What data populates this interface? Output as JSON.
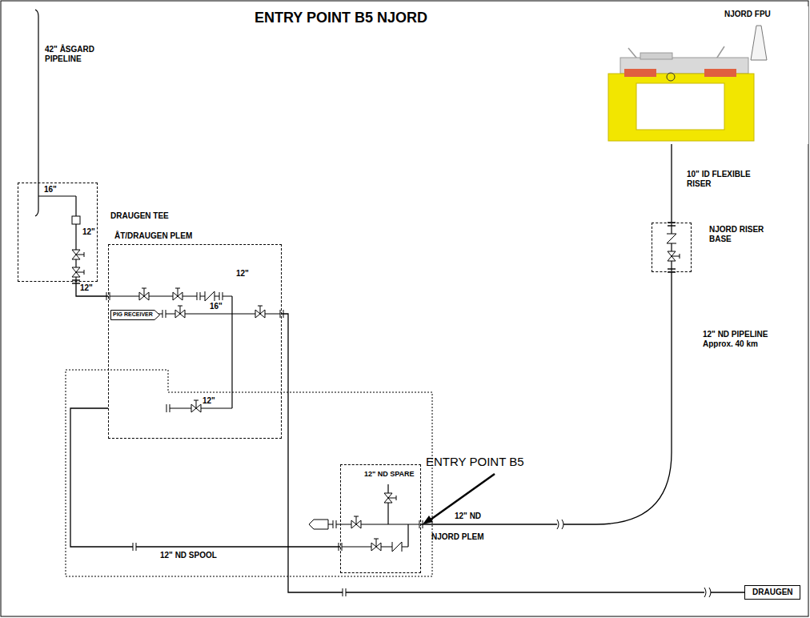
{
  "diagram": {
    "title": "ENTRY POINT B5 NJORD",
    "nodes": [
      {
        "text": [
          "DRAUGEN TEE"
        ]
      },
      {
        "text": [
          "ÅT/DRAUGEN PLEM"
        ]
      },
      {
        "text": [
          "PIG RECEIVER"
        ],
        "in": 1
      },
      {
        "text": [
          "NJORD PLEM"
        ]
      },
      {
        "text": [
          "NJORD RISER BASE"
        ]
      },
      {
        "text": [
          "NJORD FPU"
        ]
      },
      {
        "text": [
          "DRAUGEN"
        ]
      }
    ],
    "edges": [
      {
        "from": 0,
        "to": 1,
        "arrow": "none",
        "label": "12\""
      },
      {
        "from": 1,
        "to": 3,
        "arrow": "none",
        "label": "12\" ND SPOOL"
      },
      {
        "from": 1,
        "to": 6,
        "arrow": "none"
      },
      {
        "from": 4,
        "to": 3,
        "arrow": "none",
        "label": "12\" ND PIPELINE Approx. 40 km"
      },
      {
        "from": 5,
        "to": 4,
        "arrow": "none",
        "label": "10\" ID FLEXIBLE RISER"
      }
    ],
    "labels": [
      "42\" ÅSGARD PIPELINE",
      "16\"",
      "12\"",
      "12\"",
      "16\"",
      "12\"",
      "ENTRY POINT B5",
      "12\" ND SPARE",
      "12\" ND"
    ]
  }
}
